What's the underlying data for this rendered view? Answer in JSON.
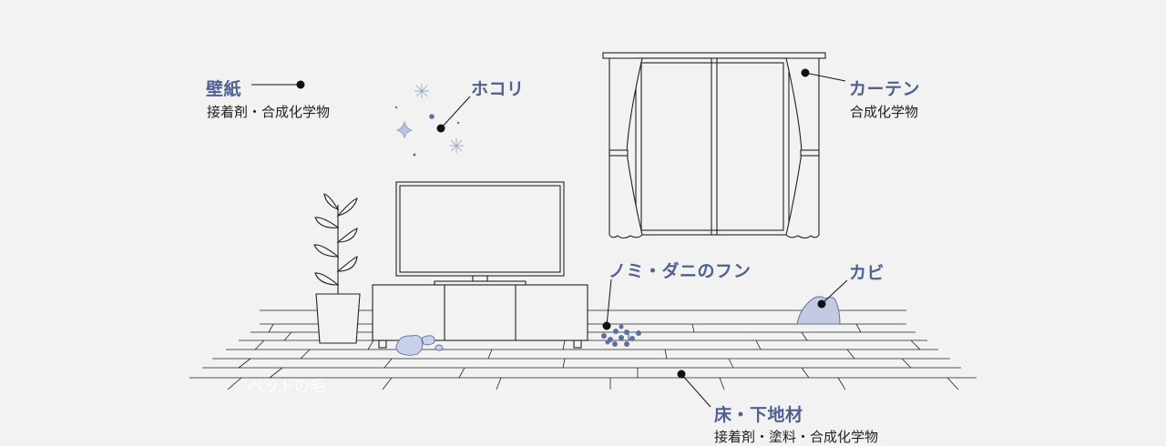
{
  "labels": {
    "wallpaper": {
      "title": "壁紙",
      "sub": "接着剤・合成化学物"
    },
    "dust": {
      "title": "ホコリ"
    },
    "curtain": {
      "title": "カーテン",
      "sub": "合成化学物"
    },
    "flea": {
      "title": "ノミ・ダニのフン"
    },
    "mold": {
      "title": "カビ"
    },
    "floor": {
      "title": "床・下地材",
      "sub": "接着剤・塗料・合成化学物"
    },
    "pet_hair": {
      "title": "ペットの毛"
    }
  },
  "colors": {
    "accent": "#4e6190",
    "line": "#222222",
    "dust_fill": "#b8c3e0",
    "droppings": "#5d6fa3",
    "mold_fill": "#c3cbe3"
  }
}
